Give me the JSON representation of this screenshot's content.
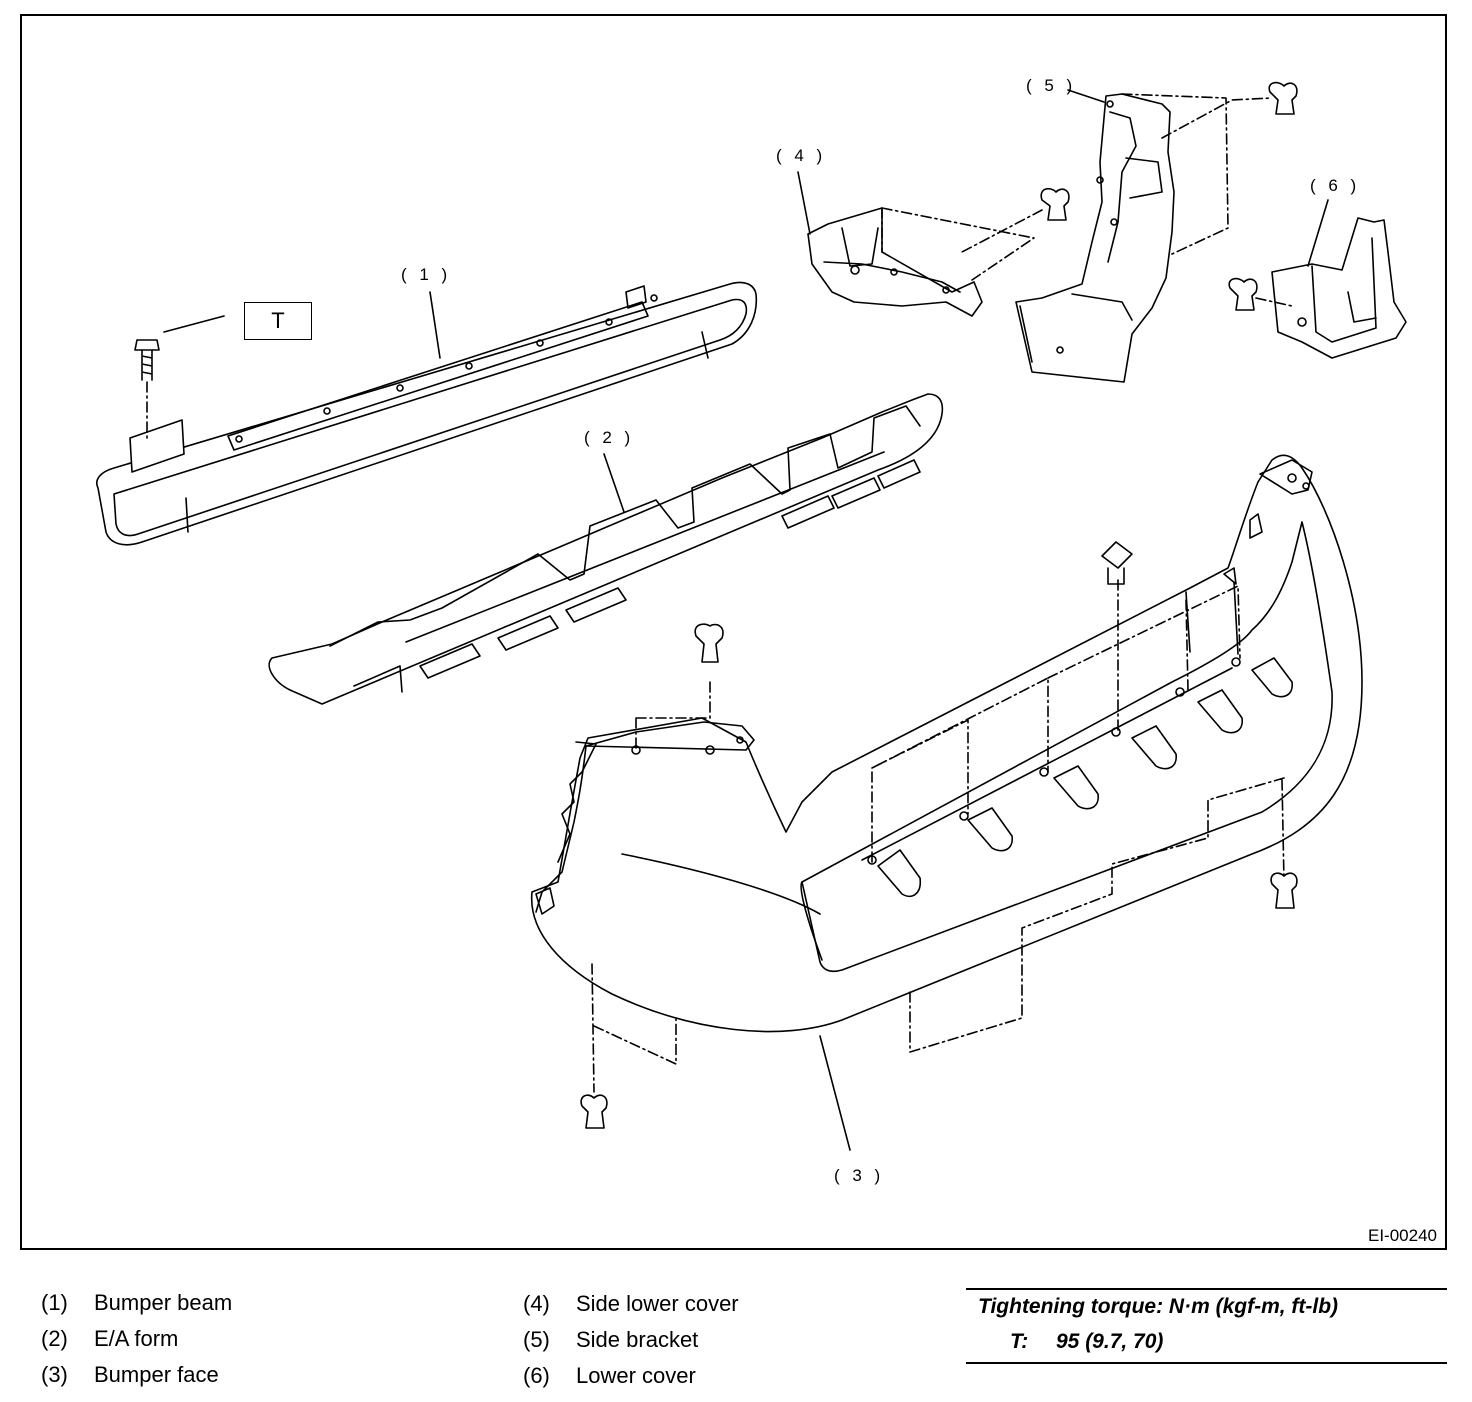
{
  "diagram": {
    "callouts": {
      "c1": "( 1 )",
      "c2": "( 2 )",
      "c3": "( 3 )",
      "c4": "( 4 )",
      "c5": "( 5 )",
      "c6": "( 6 )"
    },
    "torque_symbol": "T",
    "figure_id": "EI-00240"
  },
  "legend": {
    "items": [
      {
        "num": "(1)",
        "label": "Bumper beam"
      },
      {
        "num": "(2)",
        "label": "E/A form"
      },
      {
        "num": "(3)",
        "label": "Bumper face"
      },
      {
        "num": "(4)",
        "label": "Side lower cover"
      },
      {
        "num": "(5)",
        "label": "Side bracket"
      },
      {
        "num": "(6)",
        "label": "Lower cover"
      }
    ]
  },
  "torque": {
    "heading": "Tightening torque: N·m (kgf-m, ft-lb)",
    "label": "T:",
    "value": "95 (9.7, 70)"
  }
}
